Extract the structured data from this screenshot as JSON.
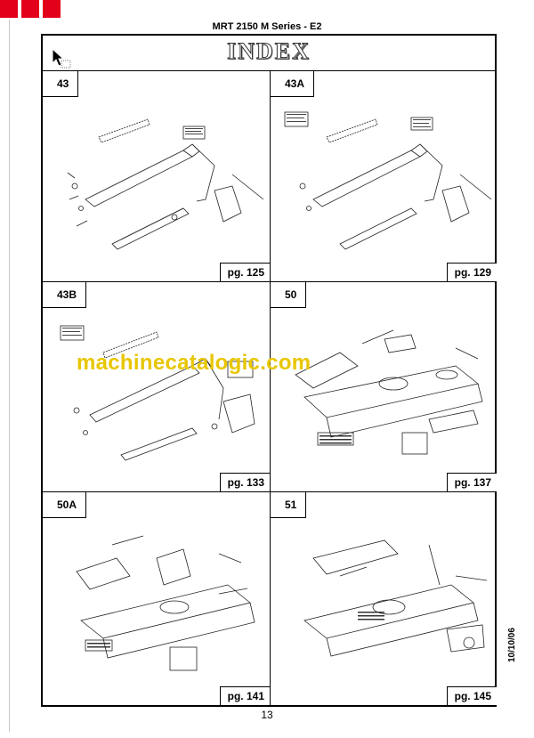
{
  "document": {
    "title": "MRT 2150 M Series - E2",
    "index_label": "INDEX",
    "page_number": "13",
    "date": "10/10/06",
    "watermark": "machinecatalogic.com"
  },
  "panels": [
    {
      "number": "43",
      "page": "pg. 125"
    },
    {
      "number": "43A",
      "page": "pg. 129"
    },
    {
      "number": "43B",
      "page": "pg. 133"
    },
    {
      "number": "50",
      "page": "pg. 137"
    },
    {
      "number": "50A",
      "page": "pg. 141"
    },
    {
      "number": "51",
      "page": "pg. 145"
    }
  ],
  "colors": {
    "accent_squares": "#e3001b",
    "watermark": "#e8c600"
  }
}
